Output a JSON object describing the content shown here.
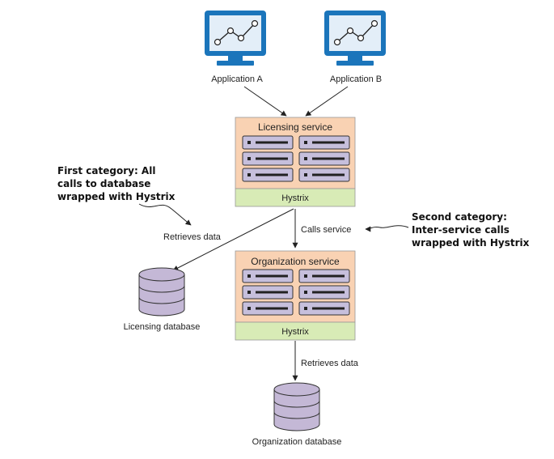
{
  "applications": [
    {
      "label": "Application A",
      "icon": "monitor-chart-icon"
    },
    {
      "label": "Application B",
      "icon": "monitor-chart-icon"
    }
  ],
  "services": {
    "licensing": {
      "title": "Licensing service",
      "hystrix": "Hystrix"
    },
    "organization": {
      "title": "Organization service",
      "hystrix": "Hystrix"
    }
  },
  "databases": {
    "licensing": "Licensing database",
    "organization": "Organization database"
  },
  "edges": {
    "licensing_to_db": "Retrieves data",
    "licensing_to_org": "Calls service",
    "org_to_db": "Retrieves data"
  },
  "annotations": {
    "first": [
      "First category: All",
      "calls to database",
      "wrapped with Hystrix"
    ],
    "second": [
      "Second category:",
      "Inter-service calls",
      "wrapped with Hystrix"
    ]
  },
  "colors": {
    "monitor_frame": "#1b75bb",
    "monitor_screen": "#e3eef8",
    "service_fill": "#f9d2b3",
    "hystrix_fill": "#d8ebb6",
    "server_fill": "#c6bfdc",
    "database_fill": "#c4b8d6",
    "line": "#222222"
  }
}
